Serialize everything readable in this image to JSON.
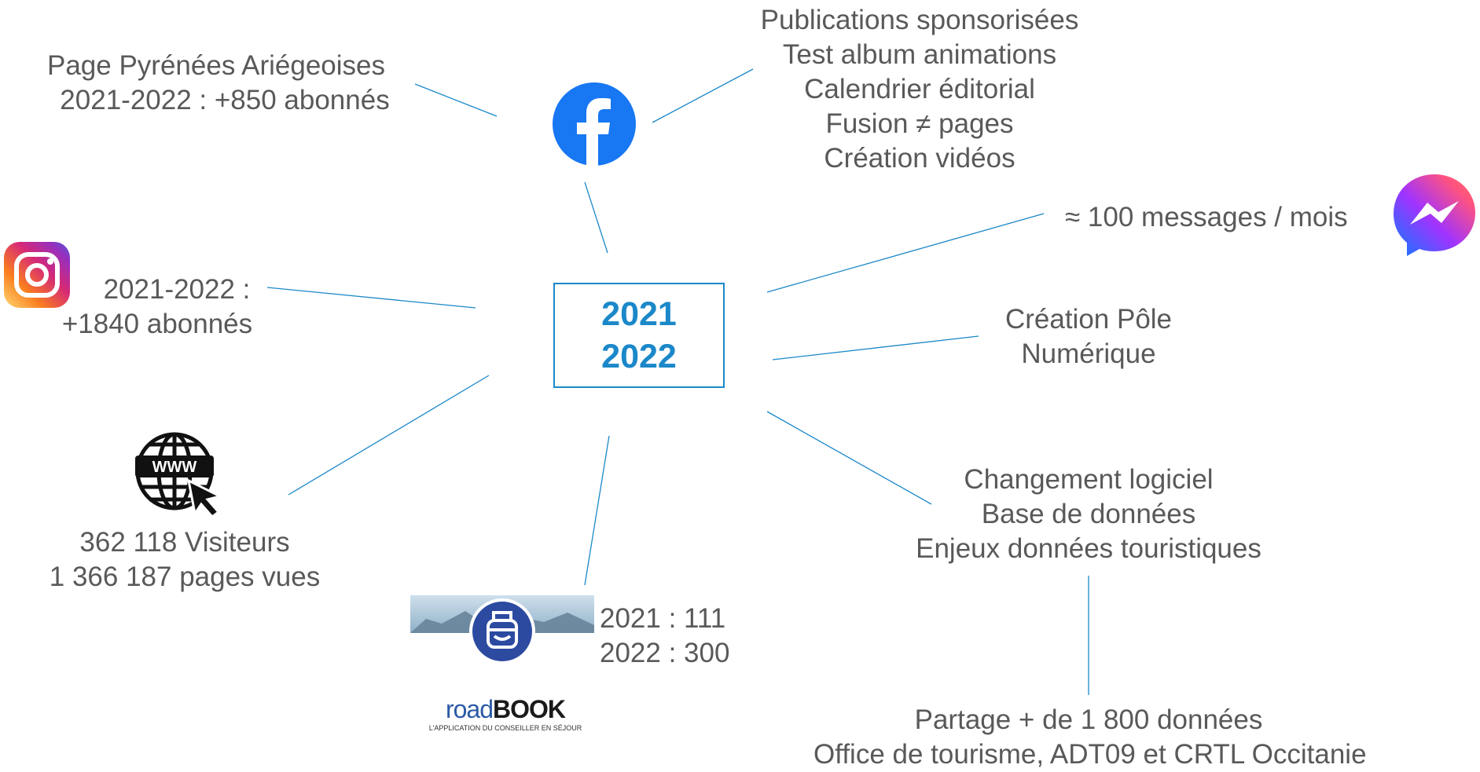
{
  "center": {
    "line1": "2021",
    "line2": "2022"
  },
  "facebook_left": {
    "line1": "Page Pyrénées Ariégeoises",
    "line2": "2021-2022 : +850 abonnés"
  },
  "facebook_right": {
    "lines": [
      "Publications sponsorisées",
      "Test album animations",
      "Calendrier éditorial",
      "Fusion ≠ pages",
      "Création vidéos"
    ]
  },
  "messenger": {
    "text": "≈ 100 messages / mois"
  },
  "instagram": {
    "line1": "2021-2022 :",
    "line2": "+1840 abonnés"
  },
  "pole": {
    "line1": "Création Pôle",
    "line2": "Numérique"
  },
  "website": {
    "line1": "362 118 Visiteurs",
    "line2": "1 366 187 pages vues"
  },
  "software": {
    "lines": [
      "Changement logiciel",
      "Base de données",
      "Enjeux données touristiques"
    ]
  },
  "roadbook": {
    "line1": "2021 : 111",
    "line2": "2022 : 300",
    "logo_road": "road",
    "logo_book": "BOOK",
    "tagline": "L'APPLICATION DU CONSEILLER EN SÉJOUR"
  },
  "sharing": {
    "line1": "Partage + de 1 800 données",
    "line2": "Office de tourisme, ADT09 et CRTL Occitanie"
  },
  "colors": {
    "accent": "#1b88c9",
    "text": "#595959",
    "facebook": "#1877f2"
  },
  "icons": [
    "facebook-icon",
    "messenger-icon",
    "instagram-icon",
    "www-globe-icon",
    "roadbook-app-icon"
  ]
}
